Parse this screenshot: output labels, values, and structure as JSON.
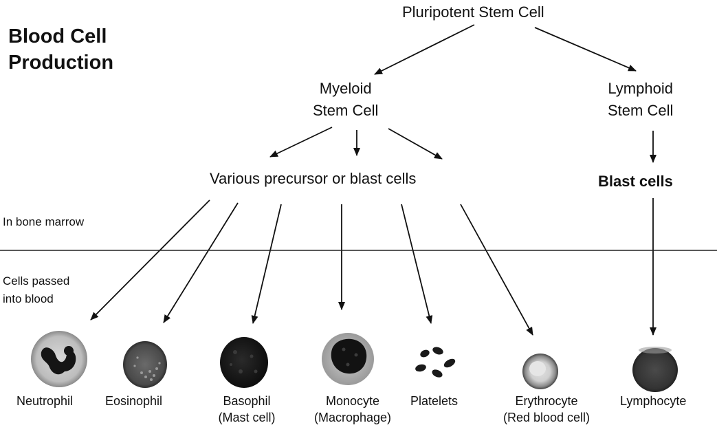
{
  "title_line1": "Blood Cell",
  "title_line2": "Production",
  "nodes": {
    "pluripotent": "Pluripotent Stem Cell",
    "myeloid_line1": "Myeloid",
    "myeloid_line2": "Stem Cell",
    "lymphoid_line1": "Lymphoid",
    "lymphoid_line2": "Stem Cell",
    "precursor": "Various precursor or blast cells",
    "blast": "Blast cells"
  },
  "regions": {
    "marrow": "In bone marrow",
    "blood_line1": "Cells passed",
    "blood_line2": "into blood"
  },
  "cells": {
    "neutrophil": "Neutrophil",
    "eosinophil": "Eosinophil",
    "basophil_line1": "Basophil",
    "basophil_line2": "(Mast cell)",
    "monocyte_line1": "Monocyte",
    "monocyte_line2": "(Macrophage)",
    "platelets": "Platelets",
    "erythrocyte_line1": "Erythrocyte",
    "erythrocyte_line2": "(Red blood cell)",
    "lymphocyte": "Lymphocyte"
  }
}
